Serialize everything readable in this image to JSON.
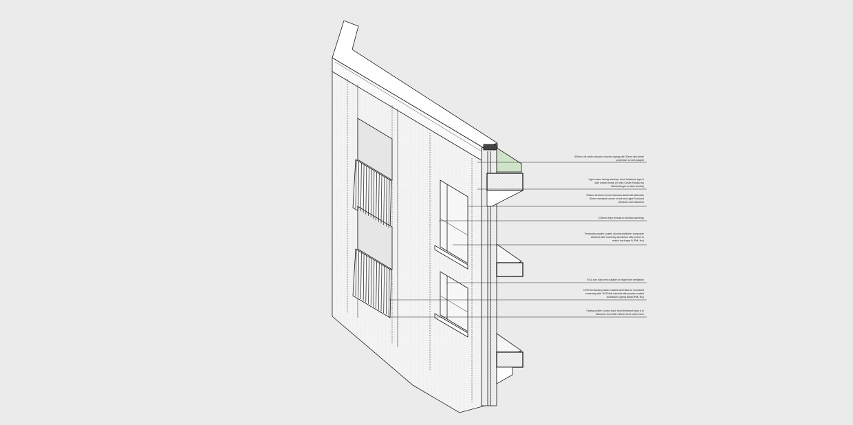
{
  "colors": {
    "background": "#ebebeb",
    "line": "#1a1a1a",
    "green_roof": "#cfe3c8",
    "brick": "#f4f4f4"
  },
  "annotations": [
    {
      "lines": [
        "600mm off-white precast concrete coping with 30mm drip detail",
        "projection to roof parapet"
      ]
    },
    {
      "lines": [
        "Light cream facing stretcher bond brickwork type A",
        "with cream mortar (St Ives Cream Rustica by",
        "Wienerberger or other similar)"
      ]
    },
    {
      "lines": [
        "Ribbed stretcher bond brickwork detail with alternate",
        "30mm recessed course in red brick type B around",
        "windows and balconies"
      ]
    },
    {
      "lines": [
        "215mm deep reveals to window openings"
      ]
    },
    {
      "lines": [
        "Terracotta powder coated aluminium/timber composite",
        "windows with matching aluminium sills (colour to",
        "match brick type B, PML tbc)"
      ]
    },
    {
      "lines": [
        "Tilt & turn side vent suitable for night time ventilation"
      ]
    },
    {
      "lines": [
        "10*90 terracotta powder coated steel flats for increased",
        "screening with 10*50 flat handrail with powder coated",
        "aluminium coping detail (PML tbc)"
      ]
    },
    {
      "lines": [
        "Facing soldier course stack bond brickwork type A to",
        "balconies front with 215mm brick clad return"
      ]
    }
  ]
}
